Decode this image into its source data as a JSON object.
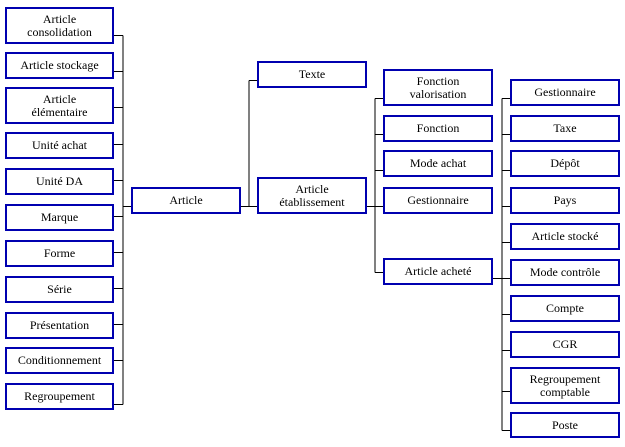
{
  "colors": {
    "box_border": "#0000b0",
    "box_fill": "#ffffff",
    "connector": "#000000",
    "text": "#000000"
  },
  "nodes": {
    "article_consolidation": "Article\nconsolidation",
    "article_stockage": "Article stockage",
    "article_elementaire": "Article\nélémentaire",
    "unite_achat": "Unité achat",
    "unite_da": "Unité DA",
    "marque": "Marque",
    "forme": "Forme",
    "serie": "Série",
    "presentation": "Présentation",
    "conditionnement": "Conditionnement",
    "regroupement": "Regroupement",
    "article": "Article",
    "texte": "Texte",
    "article_etablissement": "Article\nétablissement",
    "fonction_valorisation": "Fonction\nvalorisation",
    "fonction": "Fonction",
    "mode_achat": "Mode achat",
    "gestionnaire_mid": "Gestionnaire",
    "article_achete": "Article acheté",
    "gestionnaire_right": "Gestionnaire",
    "taxe": "Taxe",
    "depot": "Dépôt",
    "pays": "Pays",
    "article_stocke": "Article stocké",
    "mode_controle": "Mode contrôle",
    "compte": "Compte",
    "cgr": "CGR",
    "regroupement_comptable": "Regroupement\ncomptable",
    "poste": "Poste"
  }
}
